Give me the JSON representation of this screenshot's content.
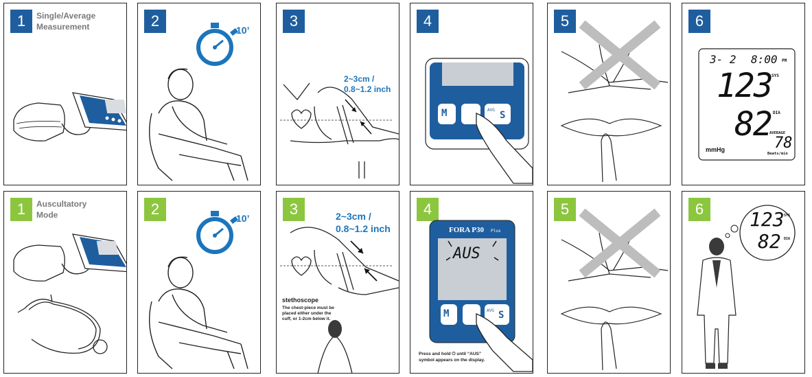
{
  "row1": {
    "p1": {
      "number": "1",
      "label": "Single/Average\nMeasurement"
    },
    "p2": {
      "number": "2",
      "time": "10’"
    },
    "p3": {
      "number": "3",
      "measure_line1": "2~3cm /",
      "measure_line2": "0.8~1.2 inch"
    },
    "p4": {
      "number": "4",
      "m_label": "M",
      "avg_label": "AVG",
      "s_label": "S"
    },
    "p5": {
      "number": "5"
    },
    "p6": {
      "number": "6",
      "date": "3- 2",
      "time": "8:00",
      "pm": "PM",
      "sys_value": "123",
      "sys_label": "SYS",
      "dia_value": "82",
      "dia_label": "DIA",
      "average_label": "AVERAGE",
      "pulse_value": "78",
      "unit": "mmHg",
      "pulse_unit": "Beats/min"
    }
  },
  "row2": {
    "p1": {
      "number": "1",
      "label": "Auscultatory\nMode"
    },
    "p2": {
      "number": "2",
      "time": "10’"
    },
    "p3": {
      "number": "3",
      "measure_line1": "2~3cm /",
      "measure_line2": "0.8~1.2 inch",
      "stethoscope_title": "stethoscope",
      "stethoscope_note": "The chest-piece must be placed either under the cuff, or 1-2cm below it."
    },
    "p4": {
      "number": "4",
      "brand": "FORA P30",
      "brand_plus": "Plus",
      "display": "AUS",
      "m_label": "M",
      "avg_label": "AVG",
      "s_label": "S",
      "instruction_line1": "Press and hold ⏻ until “AUS”",
      "instruction_line2": "symbol appears on the display."
    },
    "p5": {
      "number": "5"
    },
    "p6": {
      "number": "6",
      "sys_value": "123",
      "sys_label": "SYS",
      "dia_value": "82",
      "dia_label": "DIA"
    }
  },
  "colors": {
    "blue": "#1f5e9e",
    "green": "#8cc63f",
    "accent_text": "#1b75bc",
    "gray_label": "#7a7a7a",
    "cross": "#bdbdbd"
  }
}
